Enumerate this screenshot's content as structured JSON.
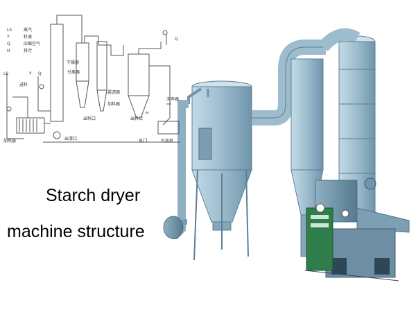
{
  "caption": {
    "line1": "Starch dryer",
    "line2": "machine structure"
  },
  "schematic": {
    "legend": [
      {
        "code": "LS",
        "text": "蒸汽"
      },
      {
        "code": "Y",
        "text": "料液"
      },
      {
        "code": "Q",
        "text": "压缩空气"
      },
      {
        "code": "H",
        "text": "排污"
      }
    ],
    "labels": {
      "dryer": "干燥器",
      "separator": "分离器",
      "bag_filter": "袋滤器",
      "fan": "引风机",
      "air_door": "风门",
      "muffler": "消声器",
      "heater": "加热器",
      "feeder": "加料器",
      "cleanout": "出清口",
      "outlet_1": "出料口",
      "outlet_2": "出料口",
      "feed": "进料",
      "ls_left": "LS",
      "y_left": "Y",
      "q_left": "Q",
      "q_top": "Q",
      "h_right": "H"
    }
  },
  "colors": {
    "machine_body": "#a9c7d9",
    "machine_shadow": "#6f94ab",
    "machine_dark": "#2f4656",
    "panel_green": "#2e7d4a",
    "line_gray": "#6b7780"
  }
}
